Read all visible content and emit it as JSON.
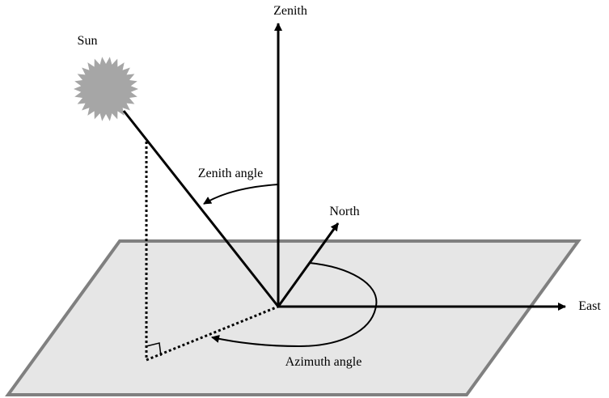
{
  "labels": {
    "zenith": "Zenith",
    "sun": "Sun",
    "zenith_angle": "Zenith angle",
    "north": "North",
    "east": "East",
    "azimuth_angle": "Azimuth angle"
  },
  "colors": {
    "ground_fill": "#e6e6e6",
    "ground_edge": "#808080",
    "sun": "#a6a6a6",
    "lines": "#000000"
  }
}
